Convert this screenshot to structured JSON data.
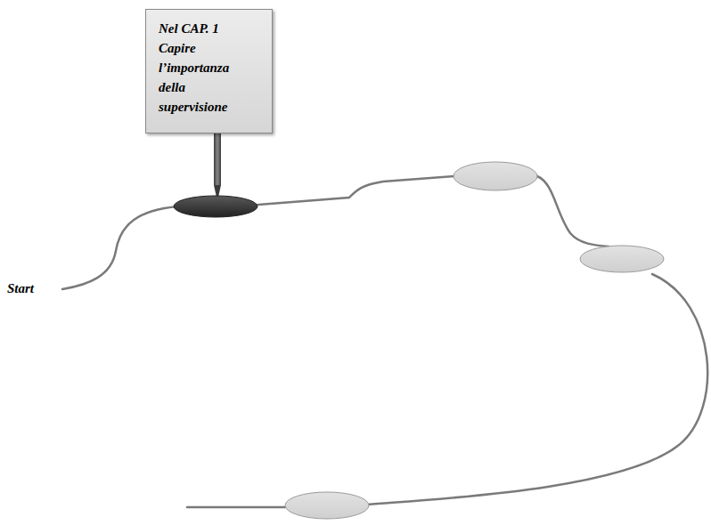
{
  "diagram": {
    "nodes": [
      {
        "text": [
          "Nel CAP. 1",
          "Capire l’importanza della supervisione"
        ]
      }
    ],
    "labels": [
      "Start"
    ]
  }
}
